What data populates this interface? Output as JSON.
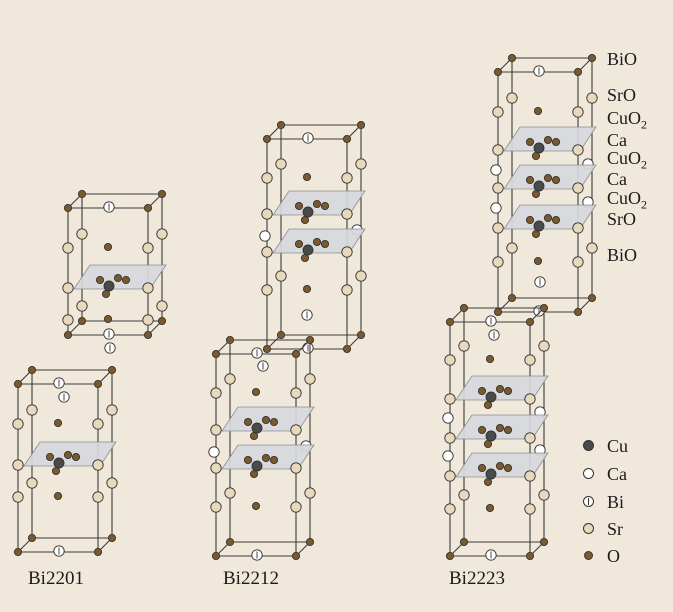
{
  "structures": [
    {
      "name": "Bi2201",
      "layers": [
        "BiO",
        "SrO",
        "CuO2",
        "SrO",
        "BiO"
      ]
    },
    {
      "name": "Bi2212",
      "layers": [
        "BiO",
        "SrO",
        "CuO2",
        "Ca",
        "CuO2",
        "SrO",
        "BiO"
      ]
    },
    {
      "name": "Bi2223",
      "layers": [
        "BiO",
        "SrO",
        "CuO2",
        "Ca",
        "CuO2",
        "Ca",
        "CuO2",
        "SrO",
        "BiO"
      ]
    }
  ],
  "layer_labels": [
    {
      "text": "BiO"
    },
    {
      "text": "SrO"
    },
    {
      "text": "CuO",
      "sub": "2"
    },
    {
      "text": "Ca"
    },
    {
      "text": "CuO",
      "sub": "2"
    },
    {
      "text": "Ca"
    },
    {
      "text": "CuO",
      "sub": "2"
    },
    {
      "text": "SrO"
    },
    {
      "text": "BiO"
    }
  ],
  "legend": [
    {
      "key": "cu",
      "label": "Cu",
      "color": "#4a4a4a"
    },
    {
      "key": "ca",
      "label": "Ca",
      "color": "#ffffff"
    },
    {
      "key": "bi",
      "label": "Bi",
      "color": "#ffffff"
    },
    {
      "key": "sr",
      "label": "Sr",
      "color": "#e8d9bd"
    },
    {
      "key": "o",
      "label": "O",
      "color": "#7a5a2c"
    }
  ],
  "colors": {
    "background": "#f1e8dc",
    "plane": "#d6d8dc",
    "edge": "#3a3a3a"
  }
}
